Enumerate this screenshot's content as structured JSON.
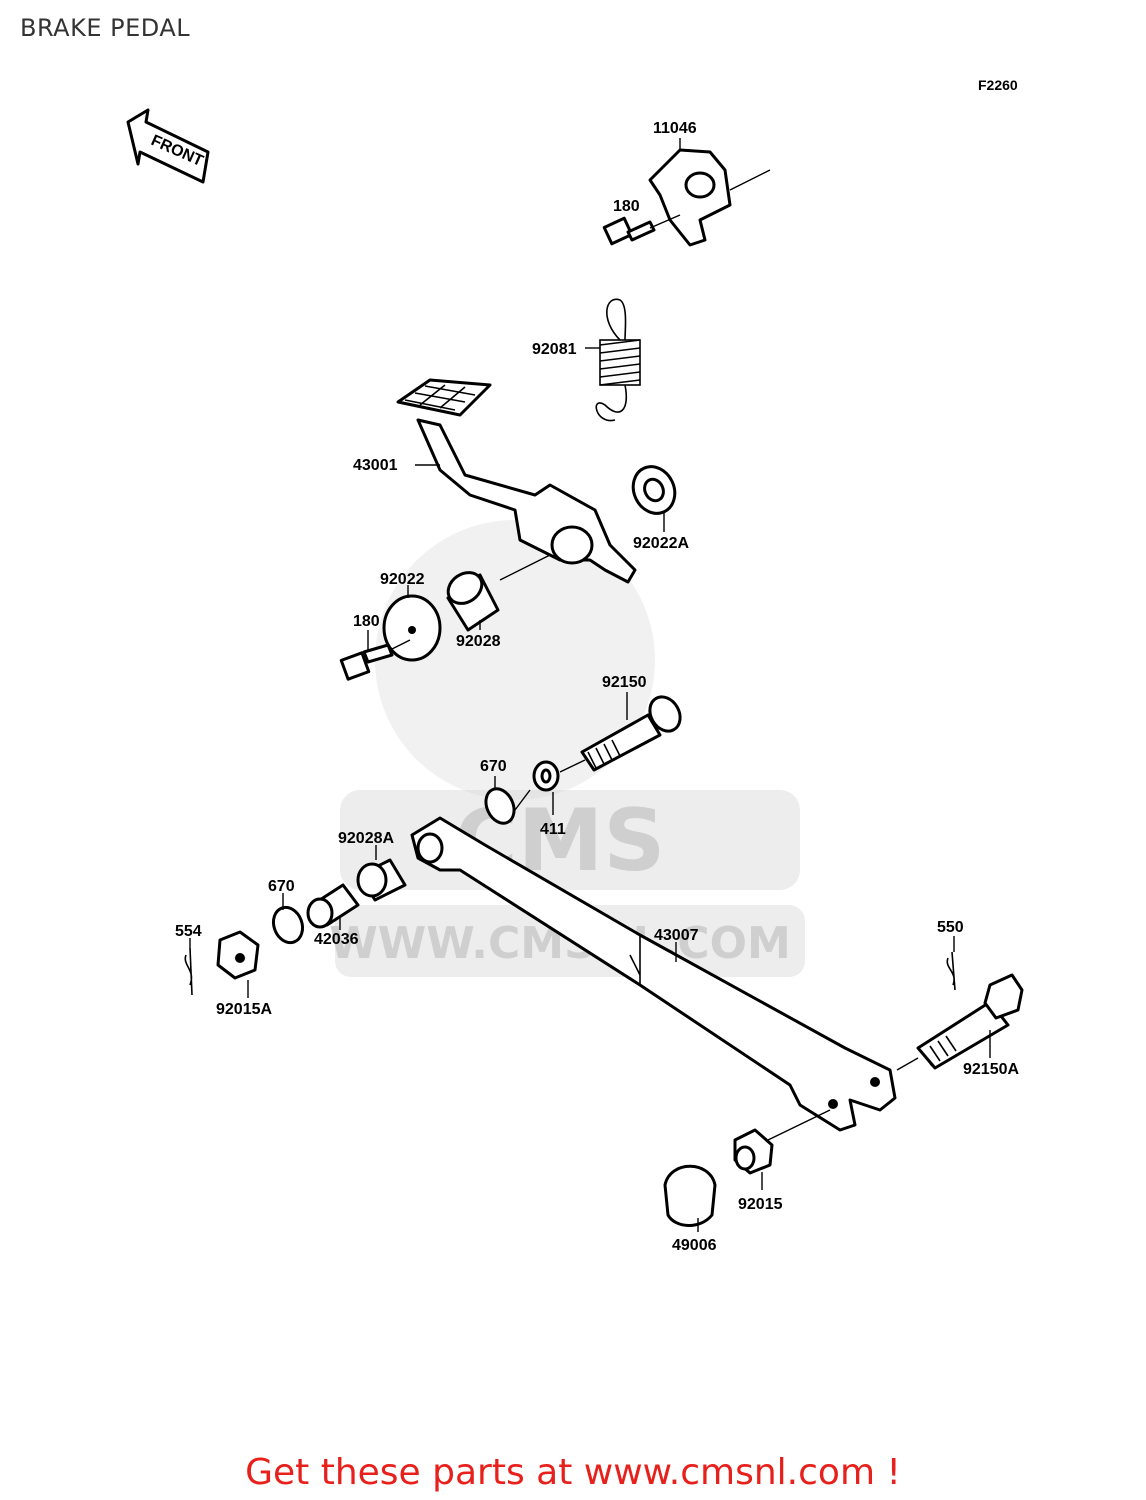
{
  "page": {
    "title": "BRAKE PEDAL",
    "diagram_code": "F2260",
    "direction_arrow": "FRONT",
    "footer": "Get these parts at www.cmsnl.com !",
    "watermark": {
      "logo": "CMS",
      "url": "WWW.CMSNL.COM"
    }
  },
  "parts": [
    {
      "id": "p11046",
      "number": "11046"
    },
    {
      "id": "p180a",
      "number": "180"
    },
    {
      "id": "p92081",
      "number": "92081"
    },
    {
      "id": "p43001",
      "number": "43001"
    },
    {
      "id": "p92022A",
      "number": "92022A"
    },
    {
      "id": "p92022",
      "number": "92022"
    },
    {
      "id": "p180b",
      "number": "180"
    },
    {
      "id": "p92028",
      "number": "92028"
    },
    {
      "id": "p92150",
      "number": "92150"
    },
    {
      "id": "p670a",
      "number": "670"
    },
    {
      "id": "p411",
      "number": "411"
    },
    {
      "id": "p92028A",
      "number": "92028A"
    },
    {
      "id": "p670b",
      "number": "670"
    },
    {
      "id": "p42036",
      "number": "42036"
    },
    {
      "id": "p554",
      "number": "554"
    },
    {
      "id": "p92015A",
      "number": "92015A"
    },
    {
      "id": "p43007",
      "number": "43007"
    },
    {
      "id": "p550",
      "number": "550"
    },
    {
      "id": "p92150A",
      "number": "92150A"
    },
    {
      "id": "p92015",
      "number": "92015"
    },
    {
      "id": "p49006",
      "number": "49006"
    }
  ],
  "colors": {
    "footer": "#e8201c",
    "line": "#000000",
    "watermark": "#d8d8d8"
  }
}
